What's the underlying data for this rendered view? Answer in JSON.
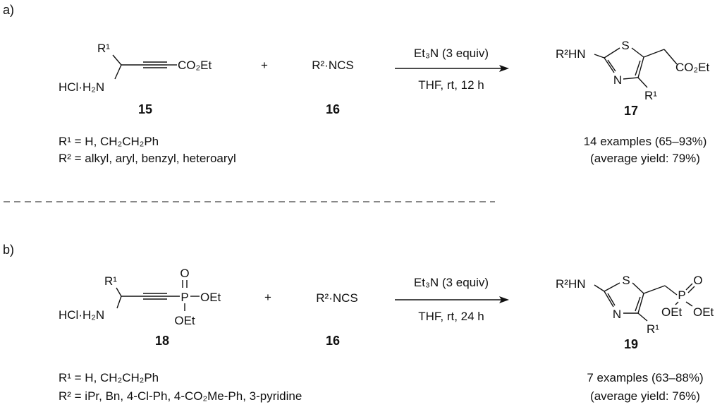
{
  "scheme_a": {
    "label": "a)",
    "reactant1": {
      "r1": "R¹",
      "amine": "HCl·H₂N",
      "ester": "CO₂Et",
      "number": "15"
    },
    "plus": "+",
    "reactant2": {
      "formula": "R²·NCS",
      "number": "16"
    },
    "conditions": {
      "reagent": "Et₃N (3 equiv)",
      "solvent": "THF, rt, 12 h"
    },
    "product": {
      "amine": "R²HN",
      "s": "S",
      "n": "N",
      "ester": "CO₂Et",
      "r1": "R¹",
      "number": "17"
    },
    "substituents": {
      "r1": "R¹ = H, CH₂CH₂Ph",
      "r2": "R² = alkyl, aryl, benzyl, heteroaryl"
    },
    "yield": {
      "examples": "14 examples (65–93%)",
      "average": "(average yield: 79%)"
    }
  },
  "scheme_b": {
    "label": "b)",
    "reactant1": {
      "r1": "R¹",
      "amine": "HCl·H₂N",
      "p": "P",
      "o": "O",
      "oet1": "OEt",
      "oet2": "OEt",
      "number": "18"
    },
    "plus": "+",
    "reactant2": {
      "formula": "R²·NCS",
      "number": "16"
    },
    "conditions": {
      "reagent": "Et₃N (3 equiv)",
      "solvent": "THF, rt, 24 h"
    },
    "product": {
      "amine": "R²HN",
      "s": "S",
      "n": "N",
      "p": "P",
      "o": "O",
      "oet1": "OEt",
      "oet2": "OEt",
      "r1": "R¹",
      "number": "19"
    },
    "substituents": {
      "r1": "R¹ = H, CH₂CH₂Ph",
      "r2": "R² = iPr, Bn, 4-Cl-Ph, 4-CO₂Me-Ph, 3-pyridine"
    },
    "yield": {
      "examples": "7 examples (63–88%)",
      "average": "(average yield: 76%)"
    }
  }
}
